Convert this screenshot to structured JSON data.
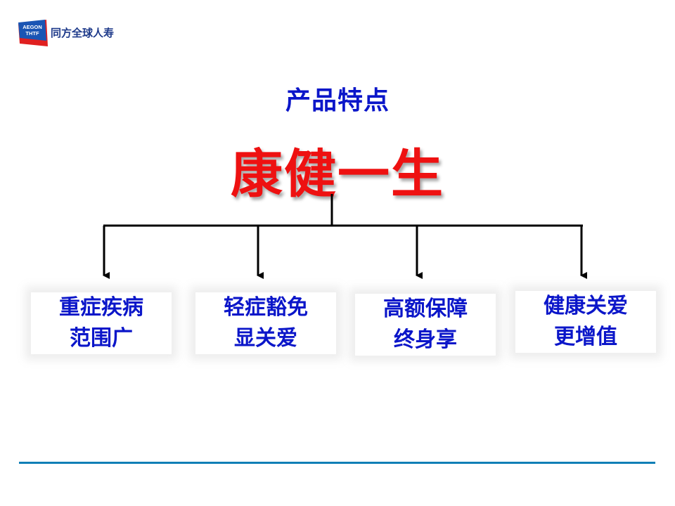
{
  "logo": {
    "mark_top": "AEGON",
    "mark_bottom": "THTF",
    "company_name": "同方全球人寿",
    "colors": {
      "blue": "#1a55b4",
      "red": "#e02020",
      "text": "#1e3a8a"
    }
  },
  "heading": "产品特点",
  "product_name": "康健一生",
  "features": [
    {
      "line1": "重症疾病",
      "line2": "范围广"
    },
    {
      "line1": "轻症豁免",
      "line2": "显关爱"
    },
    {
      "line1": "高额保障",
      "line2": "终身享"
    },
    {
      "line1": "健康关爱",
      "line2": "更增值"
    }
  ],
  "colors": {
    "heading": "#0b16c9",
    "product_name": "#ee1111",
    "lines": "#000000",
    "bottom_rule": "#0f7fb6"
  }
}
